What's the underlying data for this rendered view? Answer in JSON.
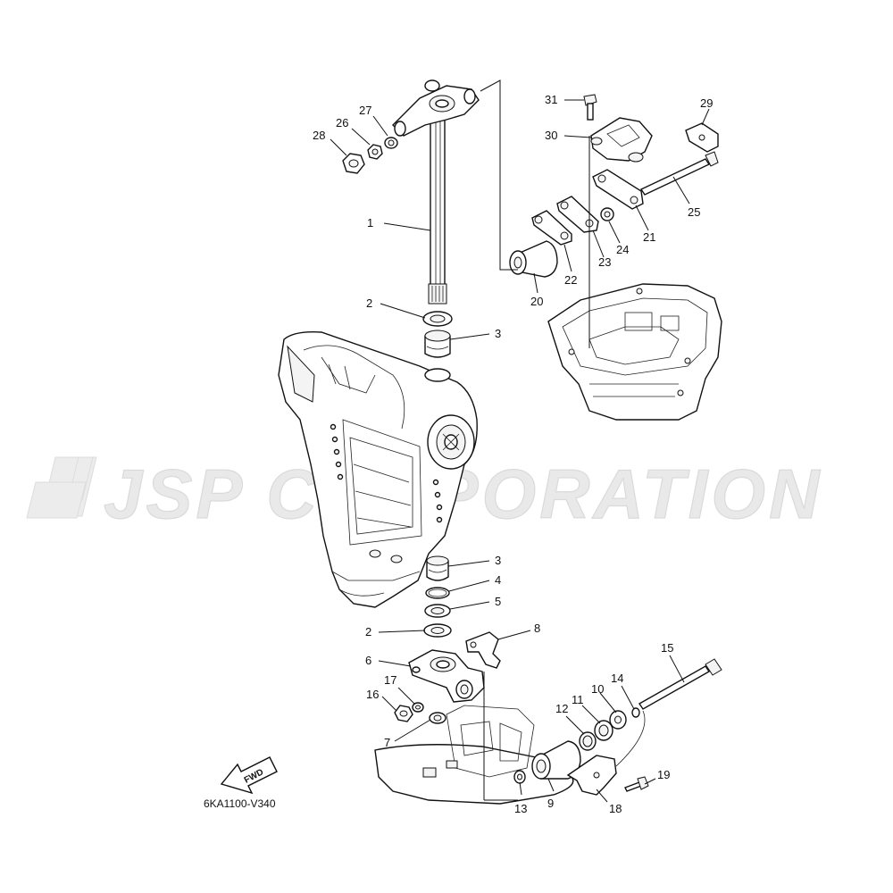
{
  "watermark": "JSP CORPORATION",
  "diagram_code": "6KA1100-V340",
  "fwd_label": "FWD",
  "callouts": [
    {
      "id": "c1",
      "label": "1"
    },
    {
      "id": "c2a",
      "label": "2"
    },
    {
      "id": "c3a",
      "label": "3"
    },
    {
      "id": "c3b",
      "label": "3"
    },
    {
      "id": "c4",
      "label": "4"
    },
    {
      "id": "c5",
      "label": "5"
    },
    {
      "id": "c2b",
      "label": "2"
    },
    {
      "id": "c6",
      "label": "6"
    },
    {
      "id": "c7",
      "label": "7"
    },
    {
      "id": "c8",
      "label": "8"
    },
    {
      "id": "c9",
      "label": "9"
    },
    {
      "id": "c10",
      "label": "10"
    },
    {
      "id": "c11",
      "label": "11"
    },
    {
      "id": "c12",
      "label": "12"
    },
    {
      "id": "c13",
      "label": "13"
    },
    {
      "id": "c14",
      "label": "14"
    },
    {
      "id": "c15",
      "label": "15"
    },
    {
      "id": "c16",
      "label": "16"
    },
    {
      "id": "c17",
      "label": "17"
    },
    {
      "id": "c18",
      "label": "18"
    },
    {
      "id": "c19",
      "label": "19"
    },
    {
      "id": "c20",
      "label": "20"
    },
    {
      "id": "c21",
      "label": "21"
    },
    {
      "id": "c22",
      "label": "22"
    },
    {
      "id": "c23",
      "label": "23"
    },
    {
      "id": "c24",
      "label": "24"
    },
    {
      "id": "c25",
      "label": "25"
    },
    {
      "id": "c26",
      "label": "26"
    },
    {
      "id": "c27",
      "label": "27"
    },
    {
      "id": "c28",
      "label": "28"
    },
    {
      "id": "c29",
      "label": "29"
    },
    {
      "id": "c30",
      "label": "30"
    },
    {
      "id": "c31",
      "label": "31"
    }
  ]
}
